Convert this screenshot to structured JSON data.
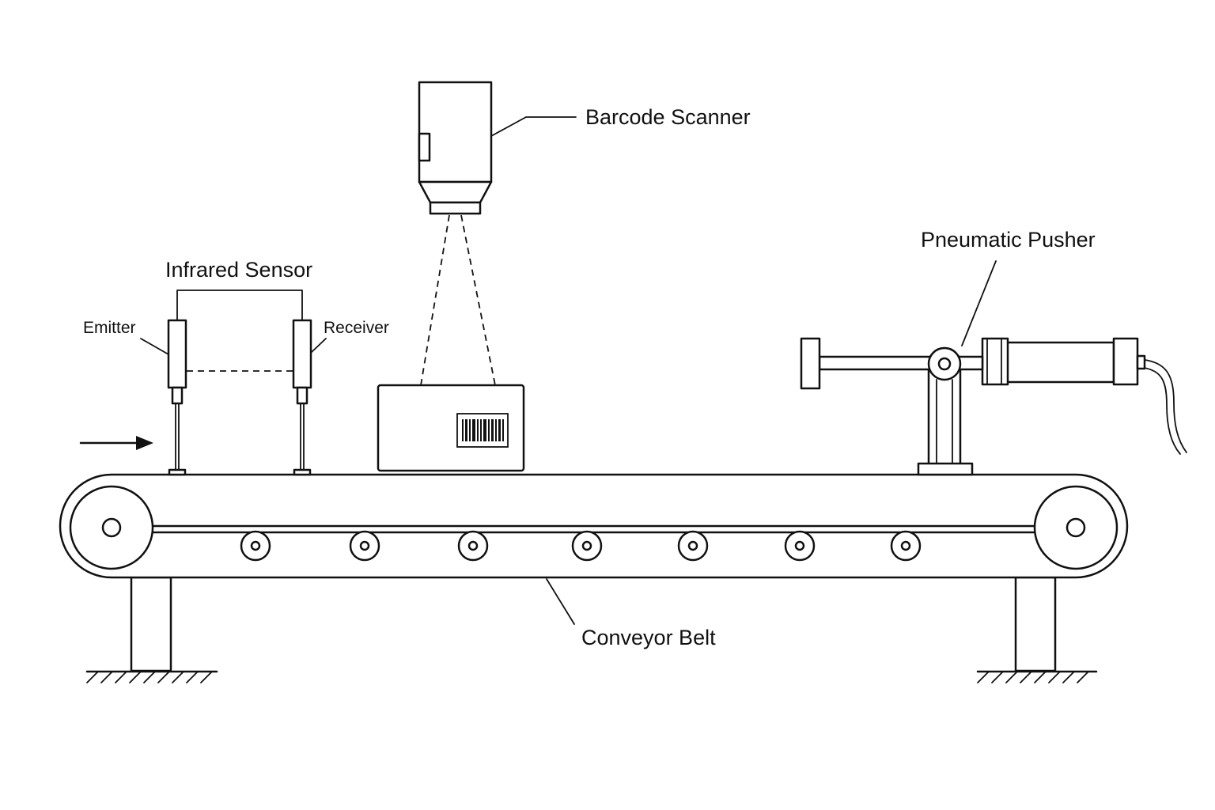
{
  "labels": {
    "barcode_scanner": "Barcode Scanner",
    "infrared_sensor": "Infrared Sensor",
    "emitter": "Emitter",
    "receiver": "Receiver",
    "pneumatic_pusher": "Pneumatic Pusher",
    "conveyor_belt": "Conveyor Belt"
  },
  "colors": {
    "line": "#111111",
    "background": "#ffffff"
  },
  "icons": {
    "direction": "right-arrow-icon",
    "barcode": "barcode-icon",
    "ground": "ground-hatch-icon"
  }
}
